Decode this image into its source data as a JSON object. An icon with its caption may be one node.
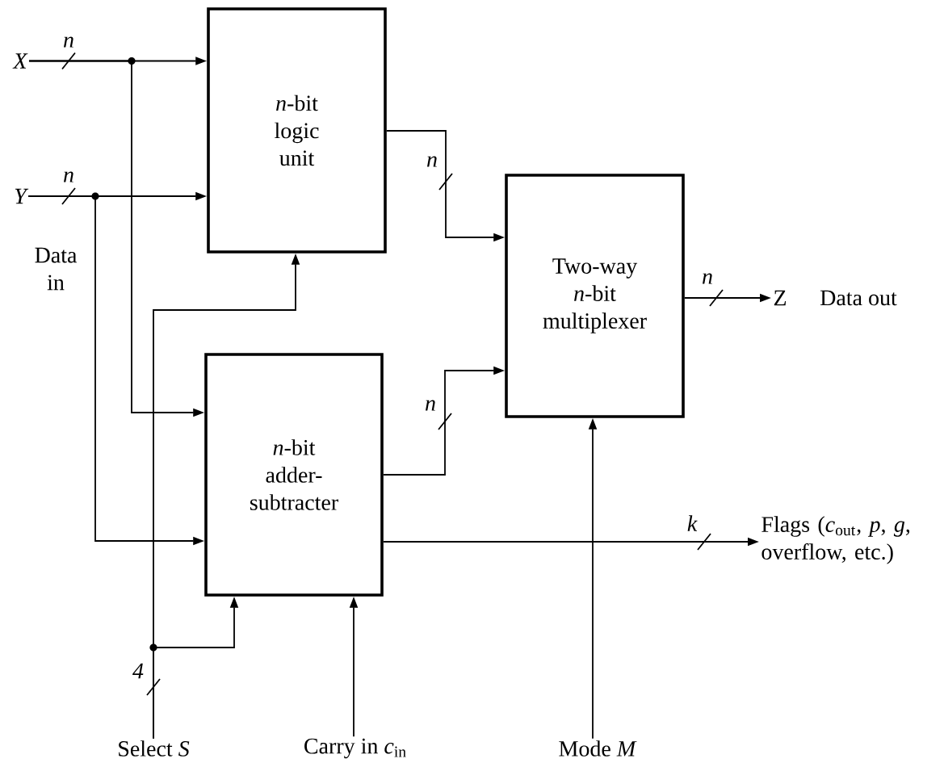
{
  "diagram": {
    "nodes": [
      {
        "text": [
          "*n*-bit logic unit"
        ]
      },
      {
        "text": [
          "*n*-bit adder-subtracter"
        ]
      },
      {
        "text": [
          "Two-way *n*-bit multiplexer"
        ]
      },
      {
        "text": [
          "X"
        ]
      },
      {
        "text": [
          "Y"
        ]
      },
      {
        "text": [
          "Select *S*"
        ]
      },
      {
        "text": [
          "Carry in *c*$_{in}$"
        ]
      },
      {
        "text": [
          "Mode *M*"
        ]
      },
      {
        "text": [
          "Z"
        ],
        "beside": [
          "Data out"
        ]
      },
      {
        "text": [
          "Flags (*c*$_{out}$, *p*, *g*, overflow, etc.)"
        ]
      }
    ],
    "edges": [
      {
        "from": 3,
        "to": 0,
        "arrow": "to",
        "label": "n"
      },
      {
        "from": 3,
        "to": 1,
        "arrow": "to"
      },
      {
        "from": 4,
        "to": 0,
        "arrow": "to",
        "label": "n"
      },
      {
        "from": 4,
        "to": 1,
        "arrow": "to"
      },
      {
        "from": 0,
        "to": 2,
        "arrow": "to",
        "label": "n"
      },
      {
        "from": 1,
        "to": 2,
        "arrow": "to",
        "label": "n"
      },
      {
        "from": 2,
        "to": 8,
        "arrow": "to",
        "label": "n"
      },
      {
        "from": 1,
        "to": 9,
        "arrow": "to",
        "label": "k"
      },
      {
        "from": 5,
        "to": 0,
        "arrow": "to",
        "label": "4"
      },
      {
        "from": 5,
        "to": 1,
        "arrow": "to"
      },
      {
        "from": 6,
        "to": 1,
        "arrow": "to"
      },
      {
        "from": 7,
        "to": 2,
        "arrow": "to"
      }
    ],
    "labels": [
      "Data in"
    ]
  }
}
